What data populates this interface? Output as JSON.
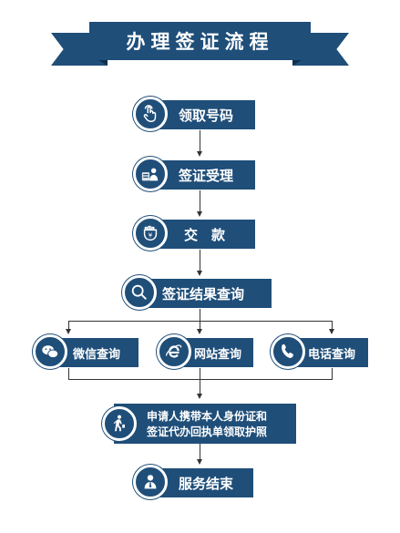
{
  "title": "办理签证流程",
  "steps": {
    "s1": "领取号码",
    "s2": "签证受理",
    "s3": "交　款",
    "s4": "签证结果查询",
    "s5a": "微信查询",
    "s5b": "网站查询",
    "s5c": "电话查询",
    "s6_line1": "申请人携带本人身份证和",
    "s6_line2": "签证代办回执单领取护照",
    "s7": "服务结束"
  },
  "colors": {
    "primary": "#1f4e79",
    "connector": "#333333"
  },
  "icons": [
    "touch-icon",
    "reception-icon",
    "payment-icon",
    "search-icon",
    "wechat-icon",
    "ie-browser-icon",
    "phone-icon",
    "walking-person-icon",
    "person-icon"
  ]
}
